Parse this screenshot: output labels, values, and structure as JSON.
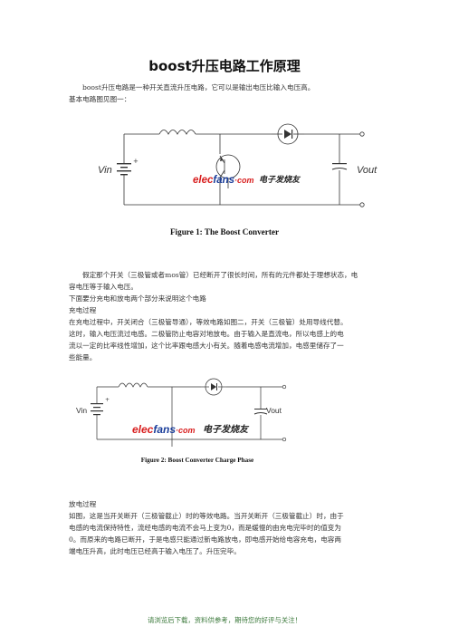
{
  "doc": {
    "title": "boost升压电路工作原理",
    "intro": [
      "boost升压电路是一种开关直流升压电路，它可以是输出电压比输入电压高。",
      "基本电路图见图一："
    ],
    "fig1": {
      "caption": "Figure 1: The Boost Converter",
      "vin": "Vin",
      "vout": "Vout",
      "logo_en_a": "elec",
      "logo_en_b": "fans",
      "logo_en_c": "·com",
      "logo_cn": "电子发烧友"
    },
    "assume": [
      "假定那个开关（三极管或者mos管）已经断开了很长时间，所有的元件都处于理想状态，电",
      "容电压等于输入电压。"
    ],
    "explain_intro": "下面要分充电和放电两个部分来说明这个电路",
    "charge_heading": "充电过程",
    "charge_body": [
      "在充电过程中，开关闭合（三极管导通），等效电路如图二，开关（三极管）处用导线代替。",
      "这时，输入电压流过电感。二极管防止电容对地放电。由于输入是直流电，所以电感上的电",
      "流以一定的比率线性增加，这个比率跟电感大小有关。随着电感电流增加，电感里储存了一",
      "些能量。"
    ],
    "fig2": {
      "caption": "Figure 2: Boost Converter Charge Phase",
      "vin": "Vin",
      "vout": "Vout",
      "logo_en_a": "elec",
      "logo_en_b": "fans",
      "logo_en_c": "·com",
      "logo_cn": "电子发烧友"
    },
    "discharge_heading": "放电过程",
    "discharge_body": [
      "如图，这是当开关断开（三极管截止）时的等效电路。当开关断开（三极管截止）时，由于",
      "电感的电流保持特性，流经电感的电流不会马上变为0，而是缓慢的由充电完毕时的值变为",
      "0。而原来的电路已断开，于是电感只能通过新电路放电，即电感开始给电容充电，电容两",
      "端电压升高，此时电压已经高于输入电压了。升压完毕。"
    ],
    "footer": "请浏览后下载，资料供参考，期待您的好评与关注！"
  }
}
